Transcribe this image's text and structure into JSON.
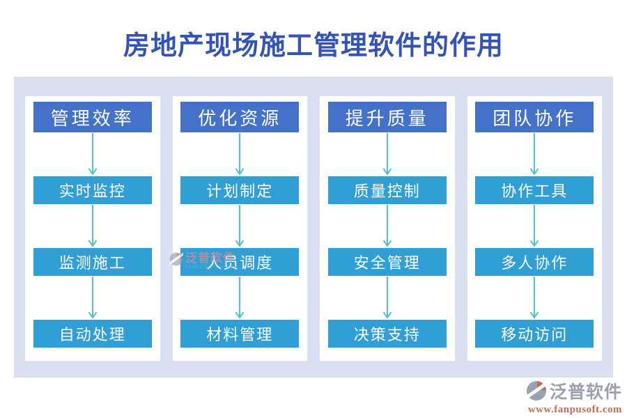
{
  "title": "房地产现场施工管理软件的作用",
  "columns": [
    {
      "header": "管理效率",
      "items": [
        "实时监控",
        "监测施工",
        "自动处理"
      ]
    },
    {
      "header": "优化资源",
      "items": [
        "计划制定",
        "人员调度",
        "材料管理"
      ]
    },
    {
      "header": "提升质量",
      "items": [
        "质量控制",
        "安全管理",
        "决策支持"
      ]
    },
    {
      "header": "团队协作",
      "items": [
        "协作工具",
        "多人协作",
        "移动访问"
      ]
    }
  ],
  "watermark": {
    "brand": "泛普软件",
    "subtext": "FANPU SOFTWARE"
  },
  "footer": {
    "brand": "泛普软件",
    "url": "www.fanpusoft.com"
  },
  "colors": {
    "title_blue": "#3353b8",
    "header_box_blue": "#4472c8",
    "item_box_blue": "#309fd6",
    "arrow_teal": "#4fc4cf",
    "band_lavender": "#dae0f2",
    "brand_gray": "#9aa1ad",
    "url_orange": "#c8694c",
    "logo_orange": "#cc6952",
    "logo_gray": "#98a2b3"
  }
}
